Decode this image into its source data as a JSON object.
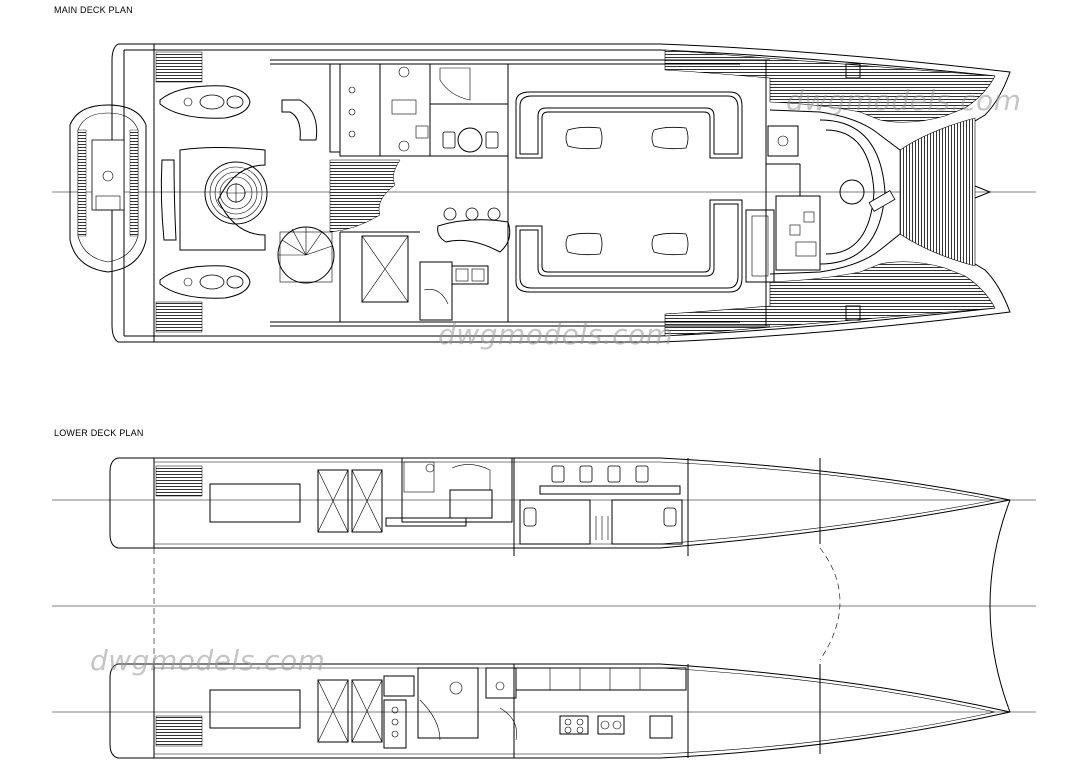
{
  "main_deck": {
    "title": "MAIN DECK PLAN"
  },
  "lower_deck": {
    "title": "LOWER DECK PLAN"
  },
  "watermarks": [
    {
      "text": "dwgmodels.com"
    },
    {
      "text": "dwgmodels.com"
    },
    {
      "text": "dwgmodels.com"
    }
  ],
  "colors": {
    "line": "#000000",
    "deck_hatch": "#2b2b2b",
    "watermark": "#969696"
  }
}
